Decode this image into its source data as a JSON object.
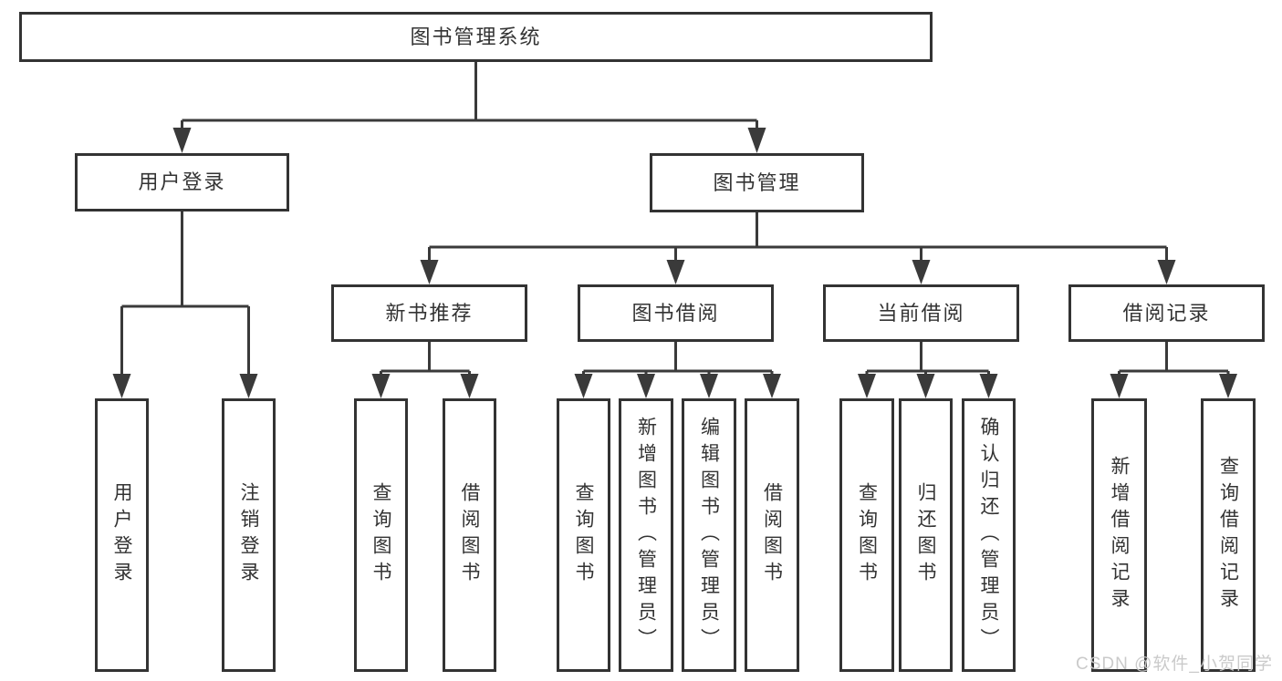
{
  "nodes": {
    "root": {
      "label": "图书管理系统"
    },
    "l2": [
      {
        "label": "用户登录",
        "parent": "图书管理系统"
      },
      {
        "label": "图书管理",
        "parent": "图书管理系统"
      }
    ],
    "l3": [
      {
        "label": "新书推荐",
        "parent": "图书管理"
      },
      {
        "label": "图书借阅",
        "parent": "图书管理"
      },
      {
        "label": "当前借阅",
        "parent": "图书管理"
      },
      {
        "label": "借阅记录",
        "parent": "图书管理"
      }
    ],
    "leaves": [
      {
        "label": "用户登录",
        "parent": "用户登录"
      },
      {
        "label": "注销登录",
        "parent": "用户登录"
      },
      {
        "label": "查询图书",
        "parent": "新书推荐"
      },
      {
        "label": "借阅图书",
        "parent": "新书推荐"
      },
      {
        "label": "查询图书",
        "parent": "图书借阅"
      },
      {
        "label": "新增图书（管理员）",
        "parent": "图书借阅"
      },
      {
        "label": "编辑图书（管理员）",
        "parent": "图书借阅"
      },
      {
        "label": "借阅图书",
        "parent": "图书借阅"
      },
      {
        "label": "查询图书",
        "parent": "当前借阅"
      },
      {
        "label": "归还图书",
        "parent": "当前借阅"
      },
      {
        "label": "确认归还（管理员）",
        "parent": "当前借阅"
      },
      {
        "label": "新增借阅记录",
        "parent": "借阅记录"
      },
      {
        "label": "查询借阅记录",
        "parent": "借阅记录"
      }
    ]
  },
  "watermark": {
    "text": "CSDN @软件_小贺同学"
  },
  "colors": {
    "line": "#3a3a3a",
    "text": "#333333",
    "background": "#ffffff",
    "watermark": "#c8c8c8"
  }
}
